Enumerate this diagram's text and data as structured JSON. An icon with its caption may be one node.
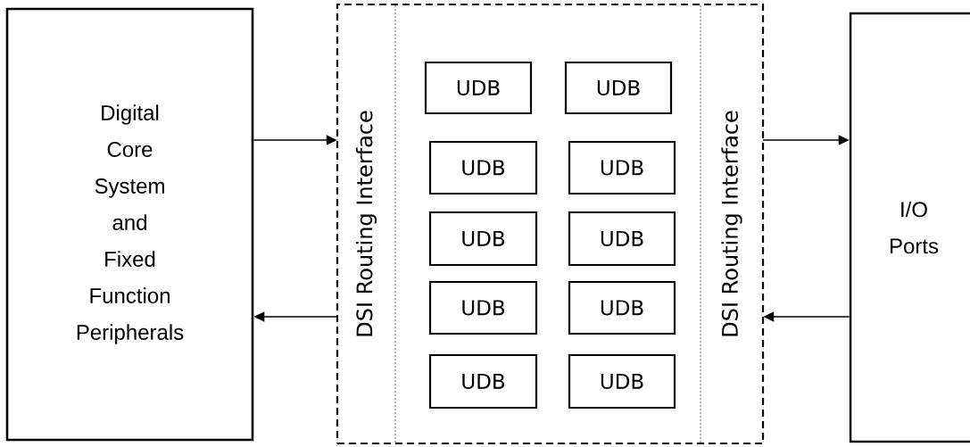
{
  "diagram": {
    "nodes": [
      {
        "text": [
          "Digital Core System and Fixed Function Peripherals"
        ]
      },
      {
        "text": [],
        "shape": "box"
      },
      {
        "text": [
          "DSI Routing Interface"
        ],
        "in": 1
      },
      {
        "text": [
          "UDB"
        ],
        "in": 1
      },
      {
        "text": [
          "UDB"
        ],
        "in": 1
      },
      {
        "text": [
          "UDB"
        ],
        "in": 1
      },
      {
        "text": [
          "UDB"
        ],
        "in": 1
      },
      {
        "text": [
          "UDB"
        ],
        "in": 1
      },
      {
        "text": [
          "UDB"
        ],
        "in": 1
      },
      {
        "text": [
          "UDB"
        ],
        "in": 1
      },
      {
        "text": [
          "UDB"
        ],
        "in": 1
      },
      {
        "text": [
          "UDB"
        ],
        "in": 1
      },
      {
        "text": [
          "UDB"
        ],
        "in": 1
      },
      {
        "text": [
          "DSI Routing Interface"
        ],
        "in": 1
      },
      {
        "text": [
          "I/O Ports"
        ]
      }
    ],
    "edges": [
      {
        "from": 0,
        "to": 2,
        "arrow": "to"
      },
      {
        "from": 2,
        "to": 0,
        "arrow": "to"
      },
      {
        "from": 13,
        "to": 14,
        "arrow": "to"
      },
      {
        "from": 14,
        "to": 13,
        "arrow": "to"
      }
    ]
  }
}
